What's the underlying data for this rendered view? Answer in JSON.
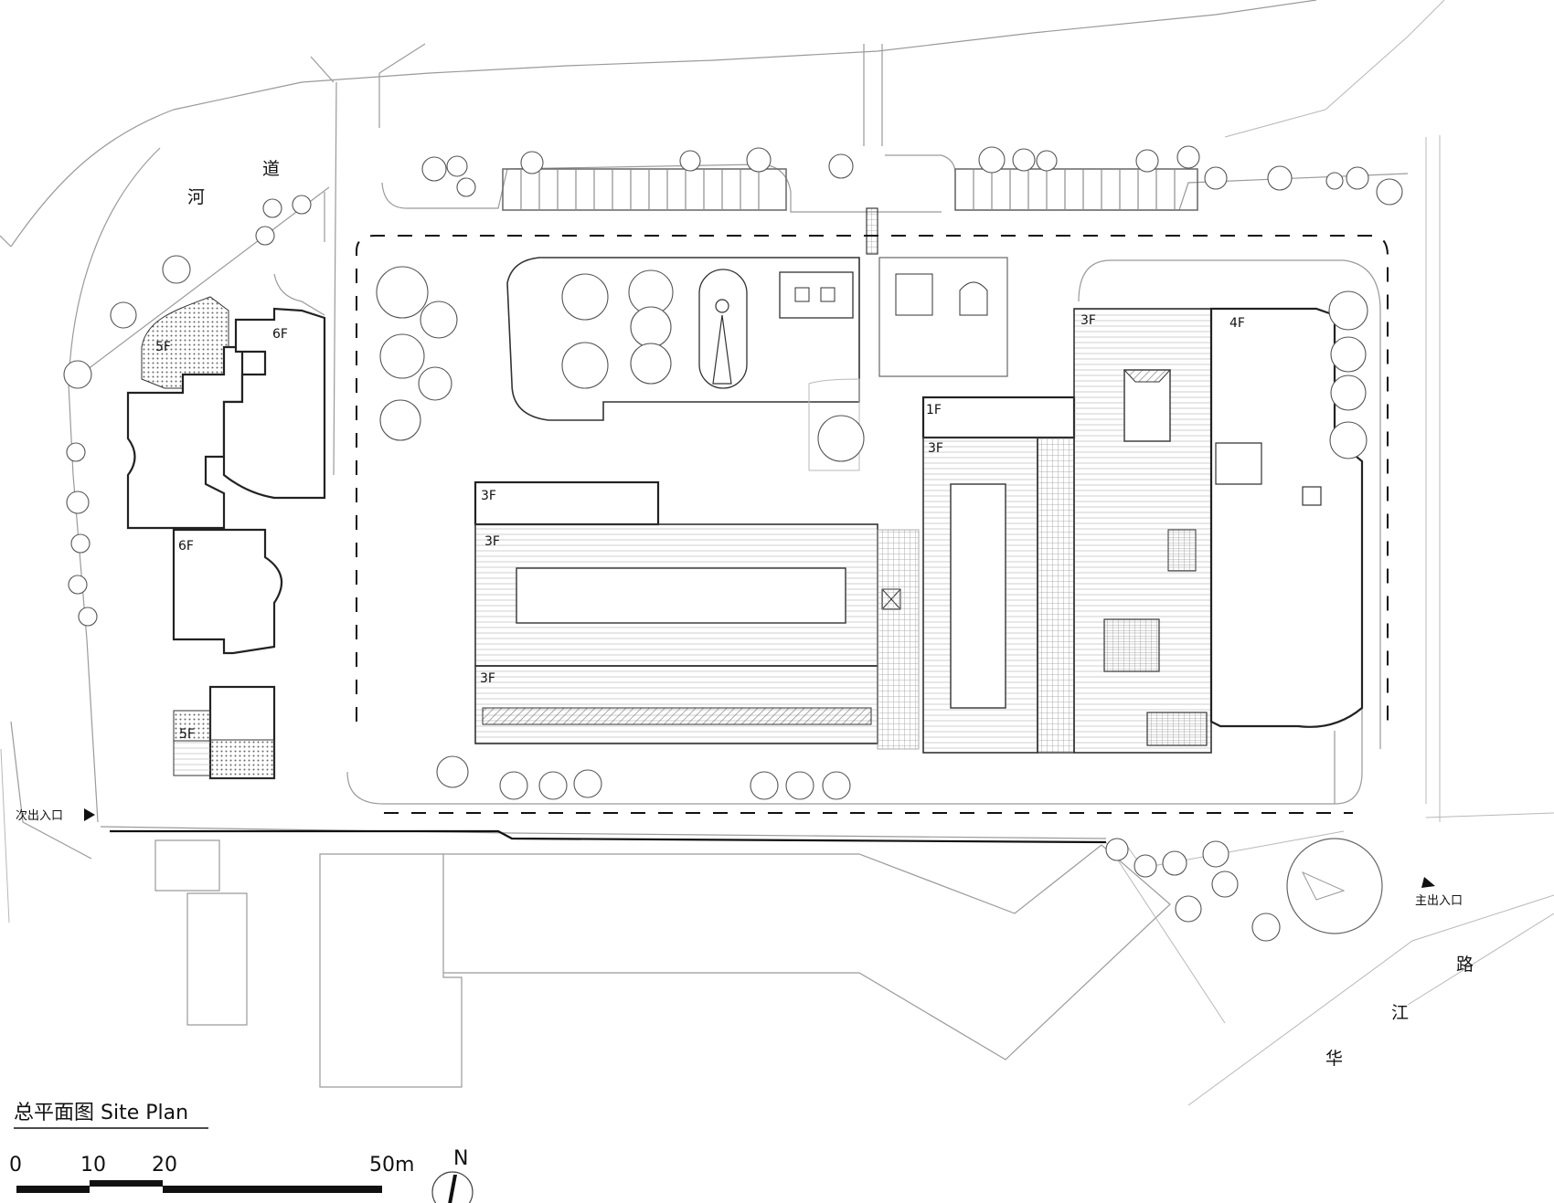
{
  "title": "总平面图 Site Plan",
  "floor_labels": [
    "6F",
    "5F",
    "6F",
    "5F",
    "3F",
    "3F",
    "3F",
    "1F",
    "3F",
    "3F",
    "4F"
  ],
  "roads": {
    "river_road": [
      "河",
      "道"
    ],
    "huajiang_road": [
      "路",
      "江",
      "华"
    ]
  },
  "entrances": {
    "secondary": "次出入口",
    "main": "主出入口"
  },
  "scale_bar": {
    "ticks": [
      "0",
      "10",
      "20",
      "50m"
    ]
  },
  "north": "N"
}
